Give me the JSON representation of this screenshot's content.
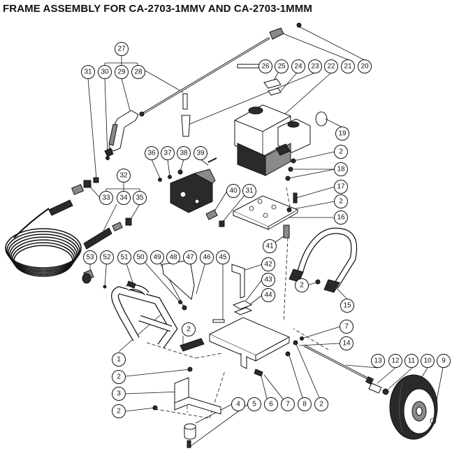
{
  "title": "FRAME ASSEMBLY FOR  CA-2703-1MMV AND CA-2703-1MMM",
  "colors": {
    "ink": "#111111",
    "background": "#ffffff"
  },
  "callouts": [
    {
      "id": "c27",
      "label": "27"
    },
    {
      "id": "c31a",
      "label": "31"
    },
    {
      "id": "c30",
      "label": "30"
    },
    {
      "id": "c29",
      "label": "29"
    },
    {
      "id": "c28",
      "label": "28"
    },
    {
      "id": "c26",
      "label": "26"
    },
    {
      "id": "c25",
      "label": "25"
    },
    {
      "id": "c24",
      "label": "24"
    },
    {
      "id": "c23",
      "label": "23"
    },
    {
      "id": "c22",
      "label": "22"
    },
    {
      "id": "c21",
      "label": "21"
    },
    {
      "id": "c20",
      "label": "20"
    },
    {
      "id": "c19",
      "label": "19"
    },
    {
      "id": "c2a",
      "label": "2"
    },
    {
      "id": "c18",
      "label": "18"
    },
    {
      "id": "c36",
      "label": "36"
    },
    {
      "id": "c37",
      "label": "37"
    },
    {
      "id": "c38",
      "label": "38"
    },
    {
      "id": "c39",
      "label": "39"
    },
    {
      "id": "c32",
      "label": "32"
    },
    {
      "id": "c33",
      "label": "33"
    },
    {
      "id": "c34",
      "label": "34"
    },
    {
      "id": "c35",
      "label": "35"
    },
    {
      "id": "c40",
      "label": "40"
    },
    {
      "id": "c31b",
      "label": "31"
    },
    {
      "id": "c17",
      "label": "17"
    },
    {
      "id": "c2b",
      "label": "2"
    },
    {
      "id": "c16",
      "label": "16"
    },
    {
      "id": "c41",
      "label": "41"
    },
    {
      "id": "c53",
      "label": "53"
    },
    {
      "id": "c52",
      "label": "52"
    },
    {
      "id": "c51",
      "label": "51"
    },
    {
      "id": "c50",
      "label": "50"
    },
    {
      "id": "c49",
      "label": "49"
    },
    {
      "id": "c48",
      "label": "48"
    },
    {
      "id": "c47",
      "label": "47"
    },
    {
      "id": "c46",
      "label": "46"
    },
    {
      "id": "c45",
      "label": "45"
    },
    {
      "id": "c42",
      "label": "42"
    },
    {
      "id": "c43",
      "label": "43"
    },
    {
      "id": "c44",
      "label": "44"
    },
    {
      "id": "c2c",
      "label": "2"
    },
    {
      "id": "c15",
      "label": "15"
    },
    {
      "id": "c7a",
      "label": "7"
    },
    {
      "id": "c14",
      "label": "14"
    },
    {
      "id": "c2d",
      "label": "2"
    },
    {
      "id": "c1",
      "label": "1"
    },
    {
      "id": "c2e",
      "label": "2"
    },
    {
      "id": "c3",
      "label": "3"
    },
    {
      "id": "c2f",
      "label": "2"
    },
    {
      "id": "c4",
      "label": "4"
    },
    {
      "id": "c5",
      "label": "5"
    },
    {
      "id": "c6",
      "label": "6"
    },
    {
      "id": "c7b",
      "label": "7"
    },
    {
      "id": "c8",
      "label": "8"
    },
    {
      "id": "c2g",
      "label": "2"
    },
    {
      "id": "c13",
      "label": "13"
    },
    {
      "id": "c12",
      "label": "12"
    },
    {
      "id": "c11",
      "label": "11"
    },
    {
      "id": "c10",
      "label": "10"
    },
    {
      "id": "c9",
      "label": "9"
    }
  ]
}
